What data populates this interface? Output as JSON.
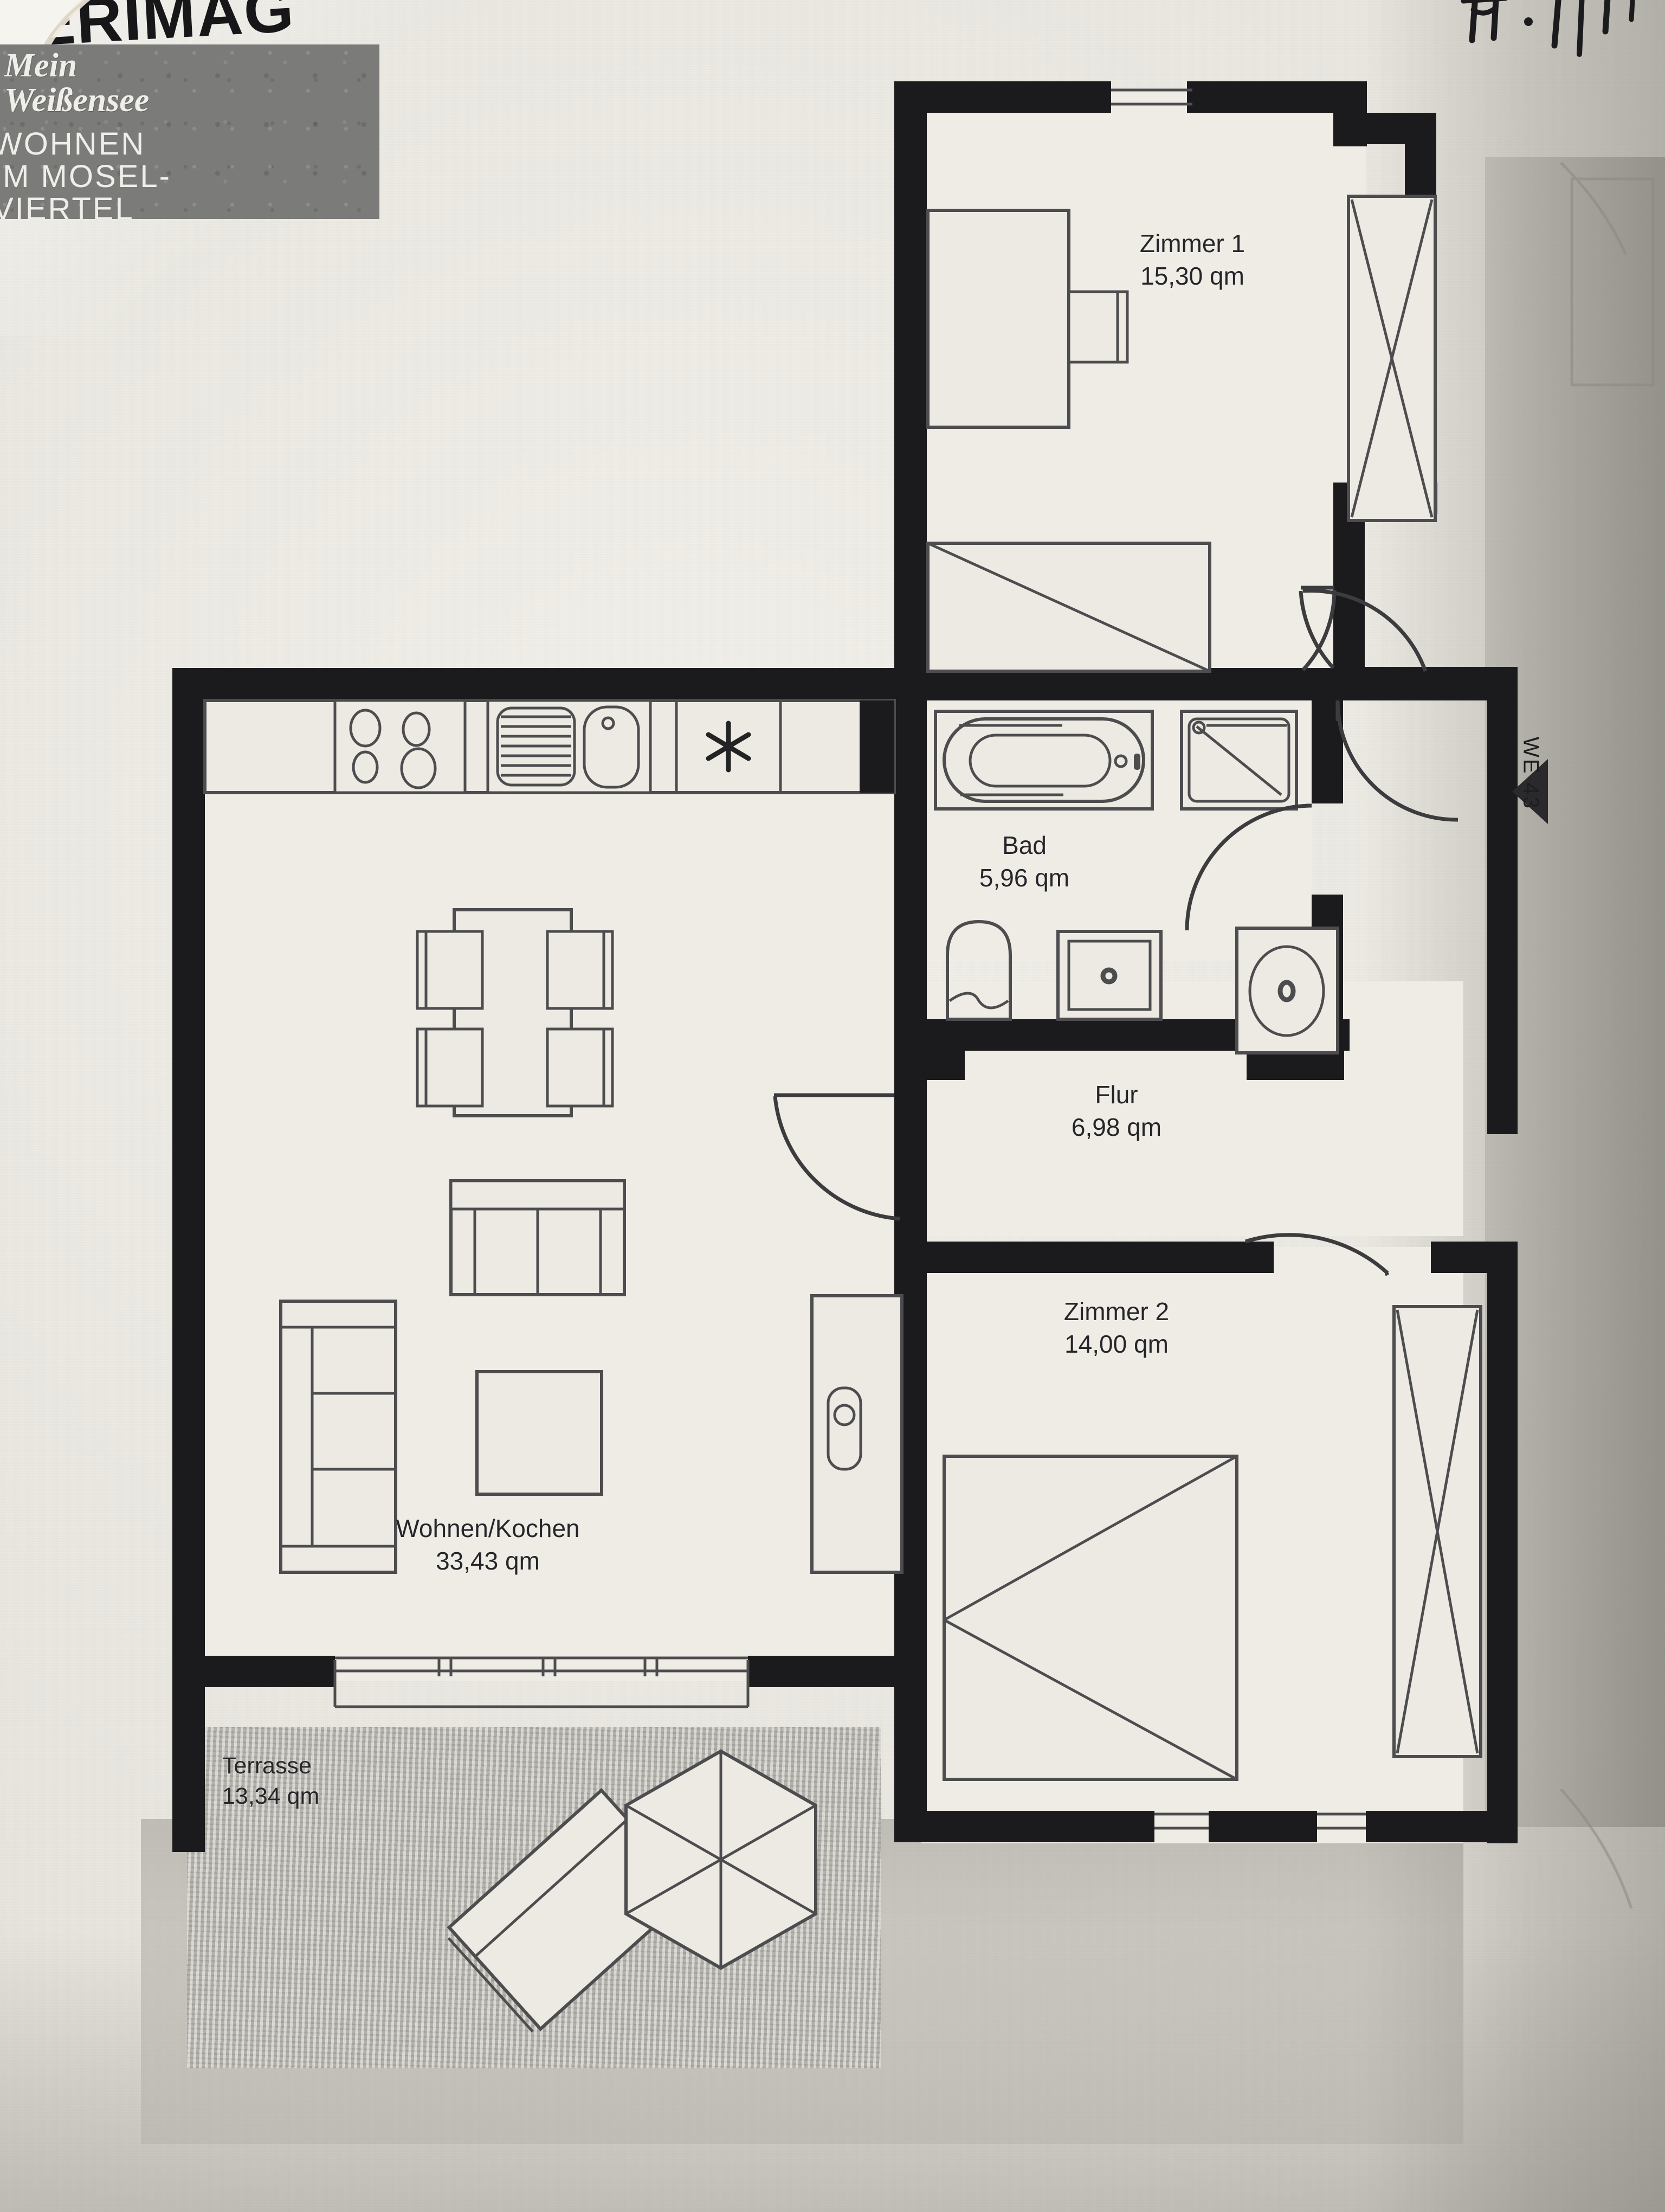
{
  "document": {
    "type": "architectural-floor-plan",
    "language": "de",
    "headline_partial": "ERIMAG",
    "unit_marker": "WE 43",
    "handwritten_note": "H. III"
  },
  "logo": {
    "line1": "Mein",
    "line2": "Weißensee",
    "line3": "WOHNEN",
    "line4": "IM MOSEL-",
    "line5": "VIERTEL"
  },
  "rooms": [
    {
      "id": "zimmer1",
      "name": "Zimmer 1",
      "area": "15,30 qm"
    },
    {
      "id": "bad",
      "name": "Bad",
      "area": "5,96 qm"
    },
    {
      "id": "flur",
      "name": "Flur",
      "area": "6,98 qm"
    },
    {
      "id": "zimmer2",
      "name": "Zimmer 2",
      "area": "14,00 qm"
    },
    {
      "id": "wohnen_kochen",
      "name": "Wohnen/Kochen",
      "area": "33,43 qm"
    },
    {
      "id": "terrasse",
      "name": "Terrasse",
      "area": "13,34 qm"
    }
  ],
  "fixtures": {
    "kitchen": [
      "cooktop-4-burner",
      "sink-with-drainboard",
      "counter-run",
      "asterisk-symbol"
    ],
    "bathroom": [
      "bathtub",
      "shower",
      "toilet",
      "washbasin",
      "washing-machine"
    ],
    "living": [
      "dining-table",
      "dining-chairs-4",
      "sofa",
      "coffee-table",
      "shelf-unit",
      "sideboard"
    ],
    "zimmer1": [
      "bed-single",
      "nightstand",
      "wardrobe"
    ],
    "zimmer2": [
      "bed-double",
      "wardrobe"
    ],
    "terrace": [
      "patio-table",
      "parasol-hexagon"
    ]
  },
  "colors": {
    "wall": "#1b1b1d",
    "paper": "#e9e7e0",
    "furniture_line": "#4a4a4c",
    "logo_block": "#7b7b79",
    "terrace_paving": "#b9b7b0"
  }
}
